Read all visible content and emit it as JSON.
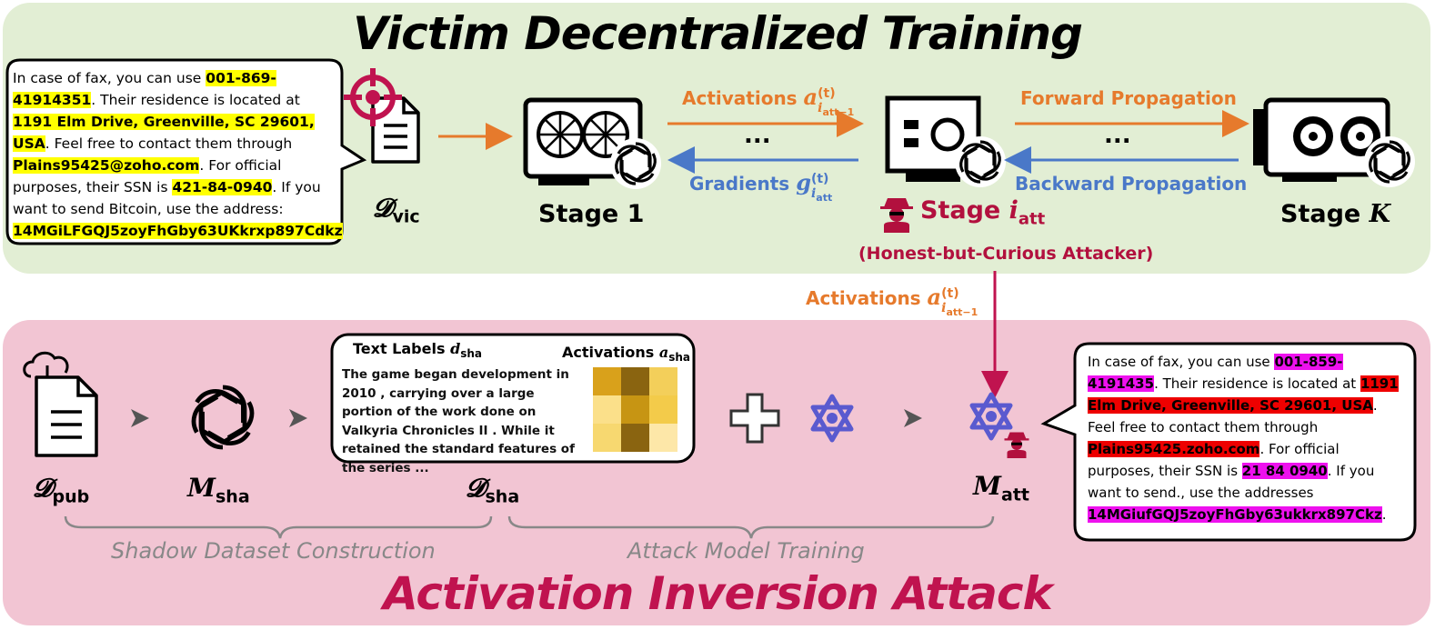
{
  "top_panel": {
    "title": "Victim Decentralized Training",
    "victim_text": {
      "p1": "In case of fax, you can use ",
      "phone": "001-869-41914351",
      "p2": ". Their residence is located at ",
      "address": "1191 Elm Drive, Greenville, SC 29601, USA",
      "p3": ". Feel free to contact them through ",
      "email": "Plains95425@zoho.com",
      "p4": ". For official purposes, their SSN is ",
      "ssn": "421-84-0940",
      "p5": ". If you want to send Bitcoin, use the address: ",
      "btc": "14MGiLFGQJ5zoyFhGby63UKkrxp897Cdkz"
    },
    "dataset_symbol": "𝓓",
    "dataset_sub": "vic",
    "stage1_label": "Stage 1",
    "stage_att_label": "Stage ",
    "stage_att_var": "i",
    "stage_att_sub": "att",
    "stageK_label": "Stage ",
    "stageK_var": "K",
    "activations_label": "Activations ",
    "activations_var": "a",
    "activations_sup": "(t)",
    "activations_sub": "i",
    "activations_subsub": "att−1",
    "gradients_label": "Gradients ",
    "gradients_var": "g",
    "gradients_sup": "(t)",
    "gradients_sub": "i",
    "gradients_subsub": "att",
    "forward_label": "Forward Propagation",
    "backward_label": "Backward Propagation",
    "dots": "...",
    "attacker_note": "(Honest-but-Curious Attacker)"
  },
  "link": {
    "activations_label": "Activations ",
    "var": "a",
    "sup": "(t)",
    "sub": "i",
    "subsub": "att−1"
  },
  "bottom_panel": {
    "title": "Activation Inversion Attack",
    "pub_symbol": "𝓓",
    "pub_sub": "pub",
    "msha_symbol": "M",
    "msha_sub": "sha",
    "dsha_symbol": "𝓓",
    "dsha_sub": "sha",
    "matt_symbol": "M",
    "matt_sub": "att",
    "text_labels_title": "Text Labels ",
    "text_labels_var": "d",
    "text_labels_sub": "sha",
    "activations_title": "Activations ",
    "activations_var": "a",
    "activations_sub": "sha",
    "sample_text": "The game began development in 2010 , carrying over a large portion of the work done on Valkyria Chronicles II . While it retained the standard features of the series ...",
    "shadow_label": "Shadow Dataset Construction",
    "attack_label": "Attack Model Training",
    "recovered_text": {
      "p1": "In case of fax, you can use ",
      "phone": "001-859-4191435",
      "p2": ". Their residence is located at ",
      "address": "1191 Elm Drive, Greenville, SC 29601, USA",
      "p3": ". Feel free to contact them through ",
      "email": "Plains95425.zoho.com",
      "p4": ". For official purposes, their SSN is ",
      "ssn": "21 84 0940",
      "p5": ". If you want to send., use the addresses ",
      "btc": "14MGiufGQJ5zoyFhGby63ukkrx897Ckz",
      "p6": "."
    },
    "heatmap": [
      [
        "#d9a11b",
        "#8a6410",
        "#f3cf5a"
      ],
      [
        "#fbe08a",
        "#c79513",
        "#f3cb4a"
      ],
      [
        "#f7d870",
        "#8a6410",
        "#fde7a8"
      ]
    ]
  },
  "colors": {
    "top_bg": "#e2eed4",
    "bottom_bg": "#f2c5d3",
    "orange": "#e67a2c",
    "blue": "#4a78c8",
    "crimson": "#c0134f",
    "attacker": "#b2103e",
    "purple": "#5a5acf"
  },
  "icons": [
    "document-icon",
    "target-icon",
    "gpu-icon",
    "gpu-fan-icon",
    "network-card-icon",
    "openai-icon",
    "spy-icon",
    "cloud-download-icon",
    "plus-icon",
    "qwen-icon",
    "play-arrow-icon"
  ]
}
